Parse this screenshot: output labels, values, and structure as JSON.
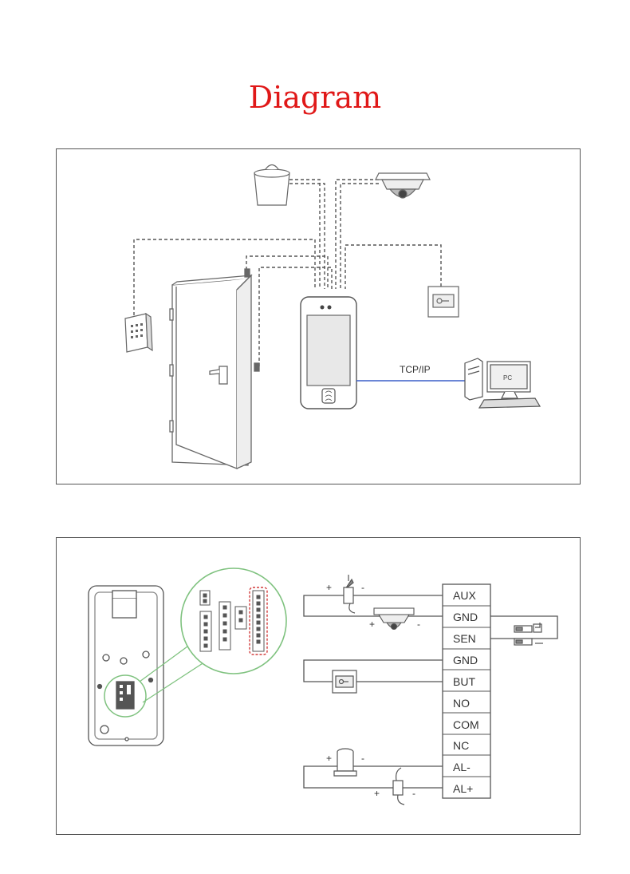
{
  "title": "Diagram",
  "top_panel": {
    "link_label": "TCP/IP",
    "pc_label": "PC",
    "link_color": "#3a5fc8"
  },
  "bottom_panel": {
    "terminals": [
      "AUX",
      "GND",
      "SEN",
      "GND",
      "BUT",
      "NO",
      "COM",
      "NC",
      "AL-",
      "AL+"
    ],
    "plus_sign": "+",
    "minus_sign": "-",
    "zoom_circle_color": "#7fc27f",
    "highlight_color": "#d23c3c"
  }
}
